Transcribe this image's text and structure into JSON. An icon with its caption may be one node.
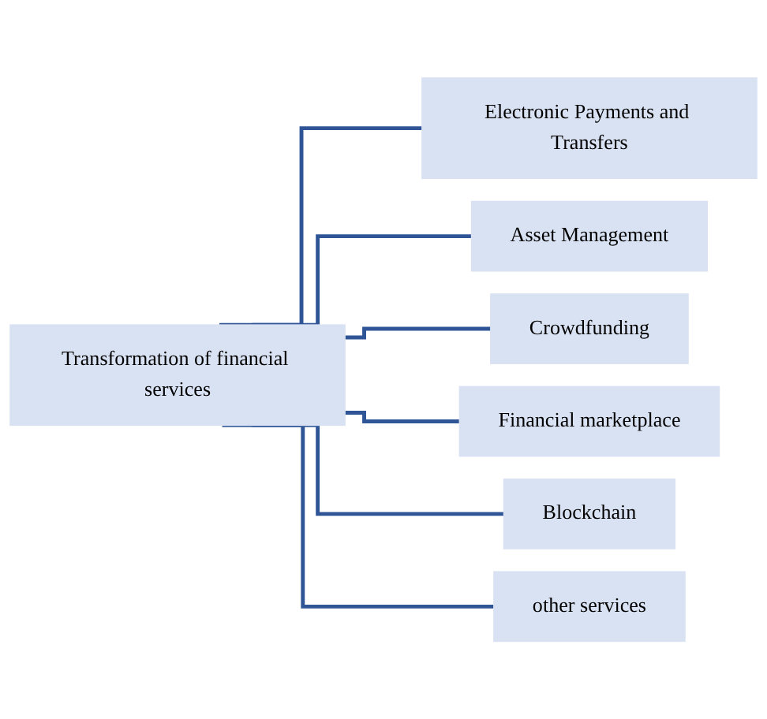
{
  "diagram": {
    "nodes": [
      {
        "text": [
          "Transformation of financial services"
        ]
      },
      {
        "text": [
          "Electronic Payments and Transfers"
        ]
      },
      {
        "text": [
          "Asset Management"
        ]
      },
      {
        "text": [
          "Crowdfunding"
        ]
      },
      {
        "text": [
          "Financial marketplace"
        ]
      },
      {
        "text": [
          "Blockchain"
        ]
      },
      {
        "text": [
          "other services"
        ]
      }
    ],
    "edges": [
      {
        "from": 0,
        "to": 1,
        "arrow": "none"
      },
      {
        "from": 0,
        "to": 2,
        "arrow": "none"
      },
      {
        "from": 0,
        "to": 3,
        "arrow": "none"
      },
      {
        "from": 0,
        "to": 4,
        "arrow": "none"
      },
      {
        "from": 0,
        "to": 5,
        "arrow": "none"
      },
      {
        "from": 0,
        "to": 6,
        "arrow": "none"
      }
    ]
  }
}
